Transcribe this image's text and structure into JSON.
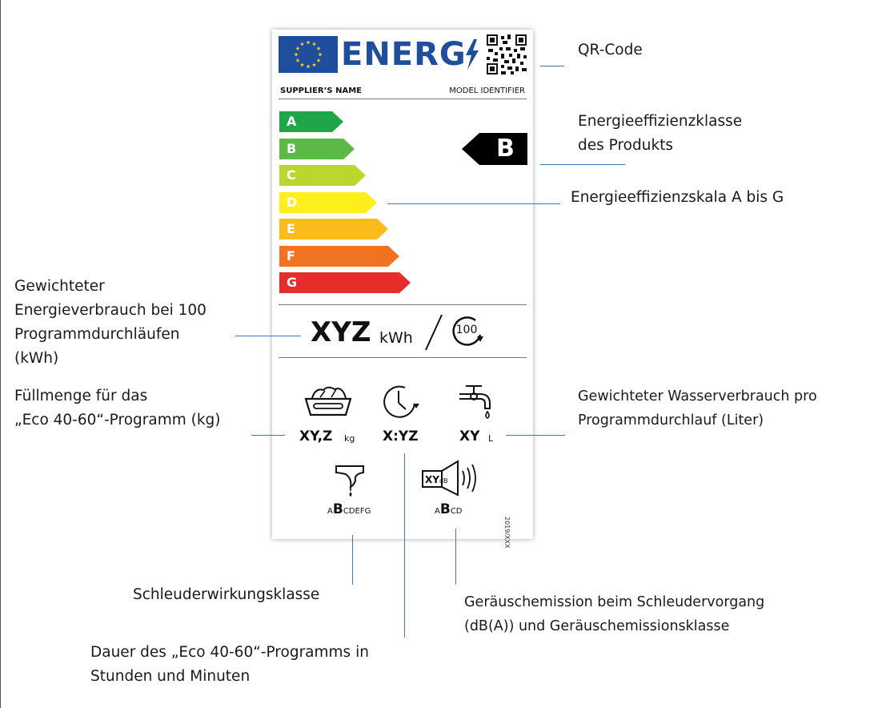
{
  "label": {
    "energy_word": "ENERG",
    "supplier": "SUPPLIER’S NAME",
    "model": "MODEL IDENTIFIER",
    "classes": [
      {
        "letter": "A",
        "color": "#1fa54a"
      },
      {
        "letter": "B",
        "color": "#5cb947"
      },
      {
        "letter": "C",
        "color": "#bcd62f"
      },
      {
        "letter": "D",
        "color": "#fdee1c"
      },
      {
        "letter": "E",
        "color": "#fbbb1b"
      },
      {
        "letter": "F",
        "color": "#f07321"
      },
      {
        "letter": "G",
        "color": "#e72d2b"
      }
    ],
    "product_class": "B",
    "kwh_value": "XYZ",
    "kwh_unit": "kWh",
    "cycles": "100",
    "capacity_value": "XY,Z",
    "capacity_unit": "kg",
    "duration_value": "X:YZ",
    "water_value": "XY",
    "water_unit": "L",
    "spin_grade": {
      "pre": "A",
      "main": "B",
      "post": "CDEFG"
    },
    "noise_inner": {
      "value": "XY",
      "unit": "dB"
    },
    "noise_grade": {
      "pre": "A",
      "main": "B",
      "post": "CD"
    },
    "reg_code": "2019/XXX",
    "colors": {
      "eu_blue": "#1f4e9c",
      "eu_star": "#ffdd00",
      "callout_line": "#4472c4"
    }
  },
  "annotations": {
    "qr": [
      "QR-Code"
    ],
    "efficiency_class": [
      "Energieeffizienzklasse",
      "des Produkts"
    ],
    "scale": [
      "Energieeffizienzskala A bis G"
    ],
    "energy": [
      "Gewichteter",
      "Energieverbrauch bei 100",
      "Programmdurchläufen",
      "(kWh)"
    ],
    "capacity": [
      "Füllmenge für das",
      "„Eco 40-60“-Programm (kg)"
    ],
    "water": [
      "Gewichteter Wasserverbrauch pro",
      "Programmdurchlauf (Liter)"
    ],
    "spin": [
      "Schleuderwirkungsklasse"
    ],
    "noise": [
      "Geräuschemission beim Schleudervorgang",
      "(dB(A)) und Geräuschemissionsklasse"
    ],
    "duration": [
      "Dauer des „Eco 40-60“-Programms in",
      "Stunden und Minuten"
    ]
  }
}
